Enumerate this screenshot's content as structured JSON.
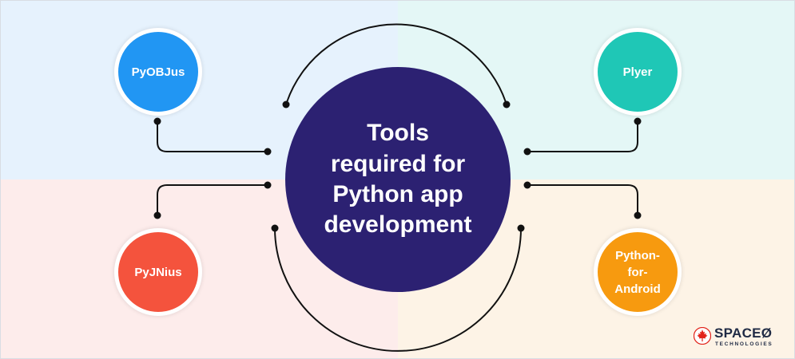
{
  "colors": {
    "quadrant_top_left": "#e6f2fd",
    "quadrant_top_right": "#e4f7f6",
    "quadrant_bottom_left": "#fdeceb",
    "quadrant_bottom_right": "#fdf3e6",
    "center_fill": "#2c2172",
    "connector": "#111111",
    "pyobjus": "#2196f3",
    "plyer": "#1fc7b6",
    "pyjnius": "#f4533d",
    "python_for_android": "#f79a0f",
    "logo_red": "#e2231a"
  },
  "center": {
    "title": "Tools required for Python app development"
  },
  "nodes": {
    "pyobjus": {
      "label": "PyOBJus"
    },
    "plyer": {
      "label": "Plyer"
    },
    "pyjnius": {
      "label": "PyJNius"
    },
    "python_for_android": {
      "label": "Python-for-Android"
    }
  },
  "logo": {
    "name": "SPACEØ",
    "tagline": "TECHNOLOGIES",
    "icon": "maple-leaf-icon"
  }
}
